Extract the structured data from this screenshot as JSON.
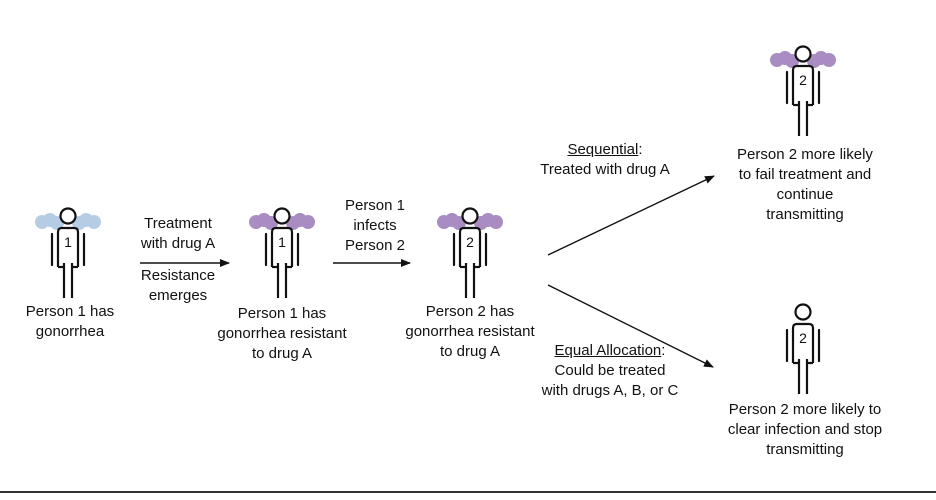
{
  "colors": {
    "susceptible_bacteria": "#a9c4e0",
    "resistant_bacteria": "#9a79b8",
    "stroke": "#111111"
  },
  "persons": [
    {
      "id": "person-1-initial",
      "number": "1",
      "bacteria": "susceptible"
    },
    {
      "id": "person-1-resistant",
      "number": "1",
      "bacteria": "resistant"
    },
    {
      "id": "person-2-resistant",
      "number": "2",
      "bacteria": "resistant"
    },
    {
      "id": "person-2-sequential",
      "number": "2",
      "bacteria": "resistant"
    },
    {
      "id": "person-2-equal",
      "number": "2",
      "bacteria": "none"
    }
  ],
  "labels": {
    "p1_has": [
      "Person 1 has",
      "gonorrhea"
    ],
    "treatment": [
      "Treatment",
      "with drug A"
    ],
    "resistance": [
      "Resistance",
      "emerges"
    ],
    "p1_resistant": [
      "Person 1 has",
      "gonorrhea resistant",
      "to drug A"
    ],
    "infects": [
      "Person 1",
      "infects",
      "Person 2"
    ],
    "p2_resistant": [
      "Person 2 has",
      "gonorrhea resistant",
      "to drug A"
    ],
    "sequential_title": "Sequential",
    "sequential_colon": ":",
    "sequential_desc": "Treated with drug A",
    "sequential_outcome": [
      "Person 2 more likely",
      "to fail treatment and",
      "continue",
      "transmitting"
    ],
    "equal_title": "Equal Allocation",
    "equal_colon": ":",
    "equal_desc": [
      "Could be treated",
      "with drugs A, B, or C"
    ],
    "equal_outcome": [
      "Person 2 more likely to",
      "clear infection and stop",
      "transmitting"
    ]
  }
}
